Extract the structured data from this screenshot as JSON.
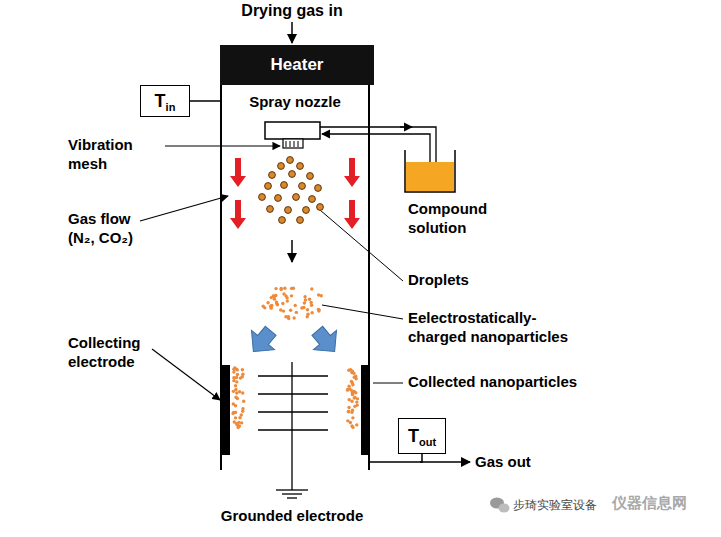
{
  "diagram": {
    "nodes": [
      {
        "text": [
          "Spray nozzle"
        ]
      },
      {
        "text": [
          "Heater"
        ],
        "in": 0
      },
      {
        "text": [
          "T",
          "in"
        ]
      },
      {
        "text": [
          "T",
          "out"
        ]
      }
    ],
    "edges": [
      {
        "from": 2,
        "to": 0,
        "arrow": "none"
      },
      {
        "from": 3,
        "to": 0,
        "arrow": "none"
      }
    ],
    "labels": [
      "Drying gas in",
      "Vibration mesh",
      "Gas flow (N₂, CO₂)",
      "Compound solution",
      "Droplets",
      "Eelectrostatically-charged nanoparticles",
      "Collecting electrode",
      "Collected nanoparticles",
      "Gas out",
      "Grounded electrode",
      "步琦实验室设备",
      "仪器信息网"
    ]
  }
}
